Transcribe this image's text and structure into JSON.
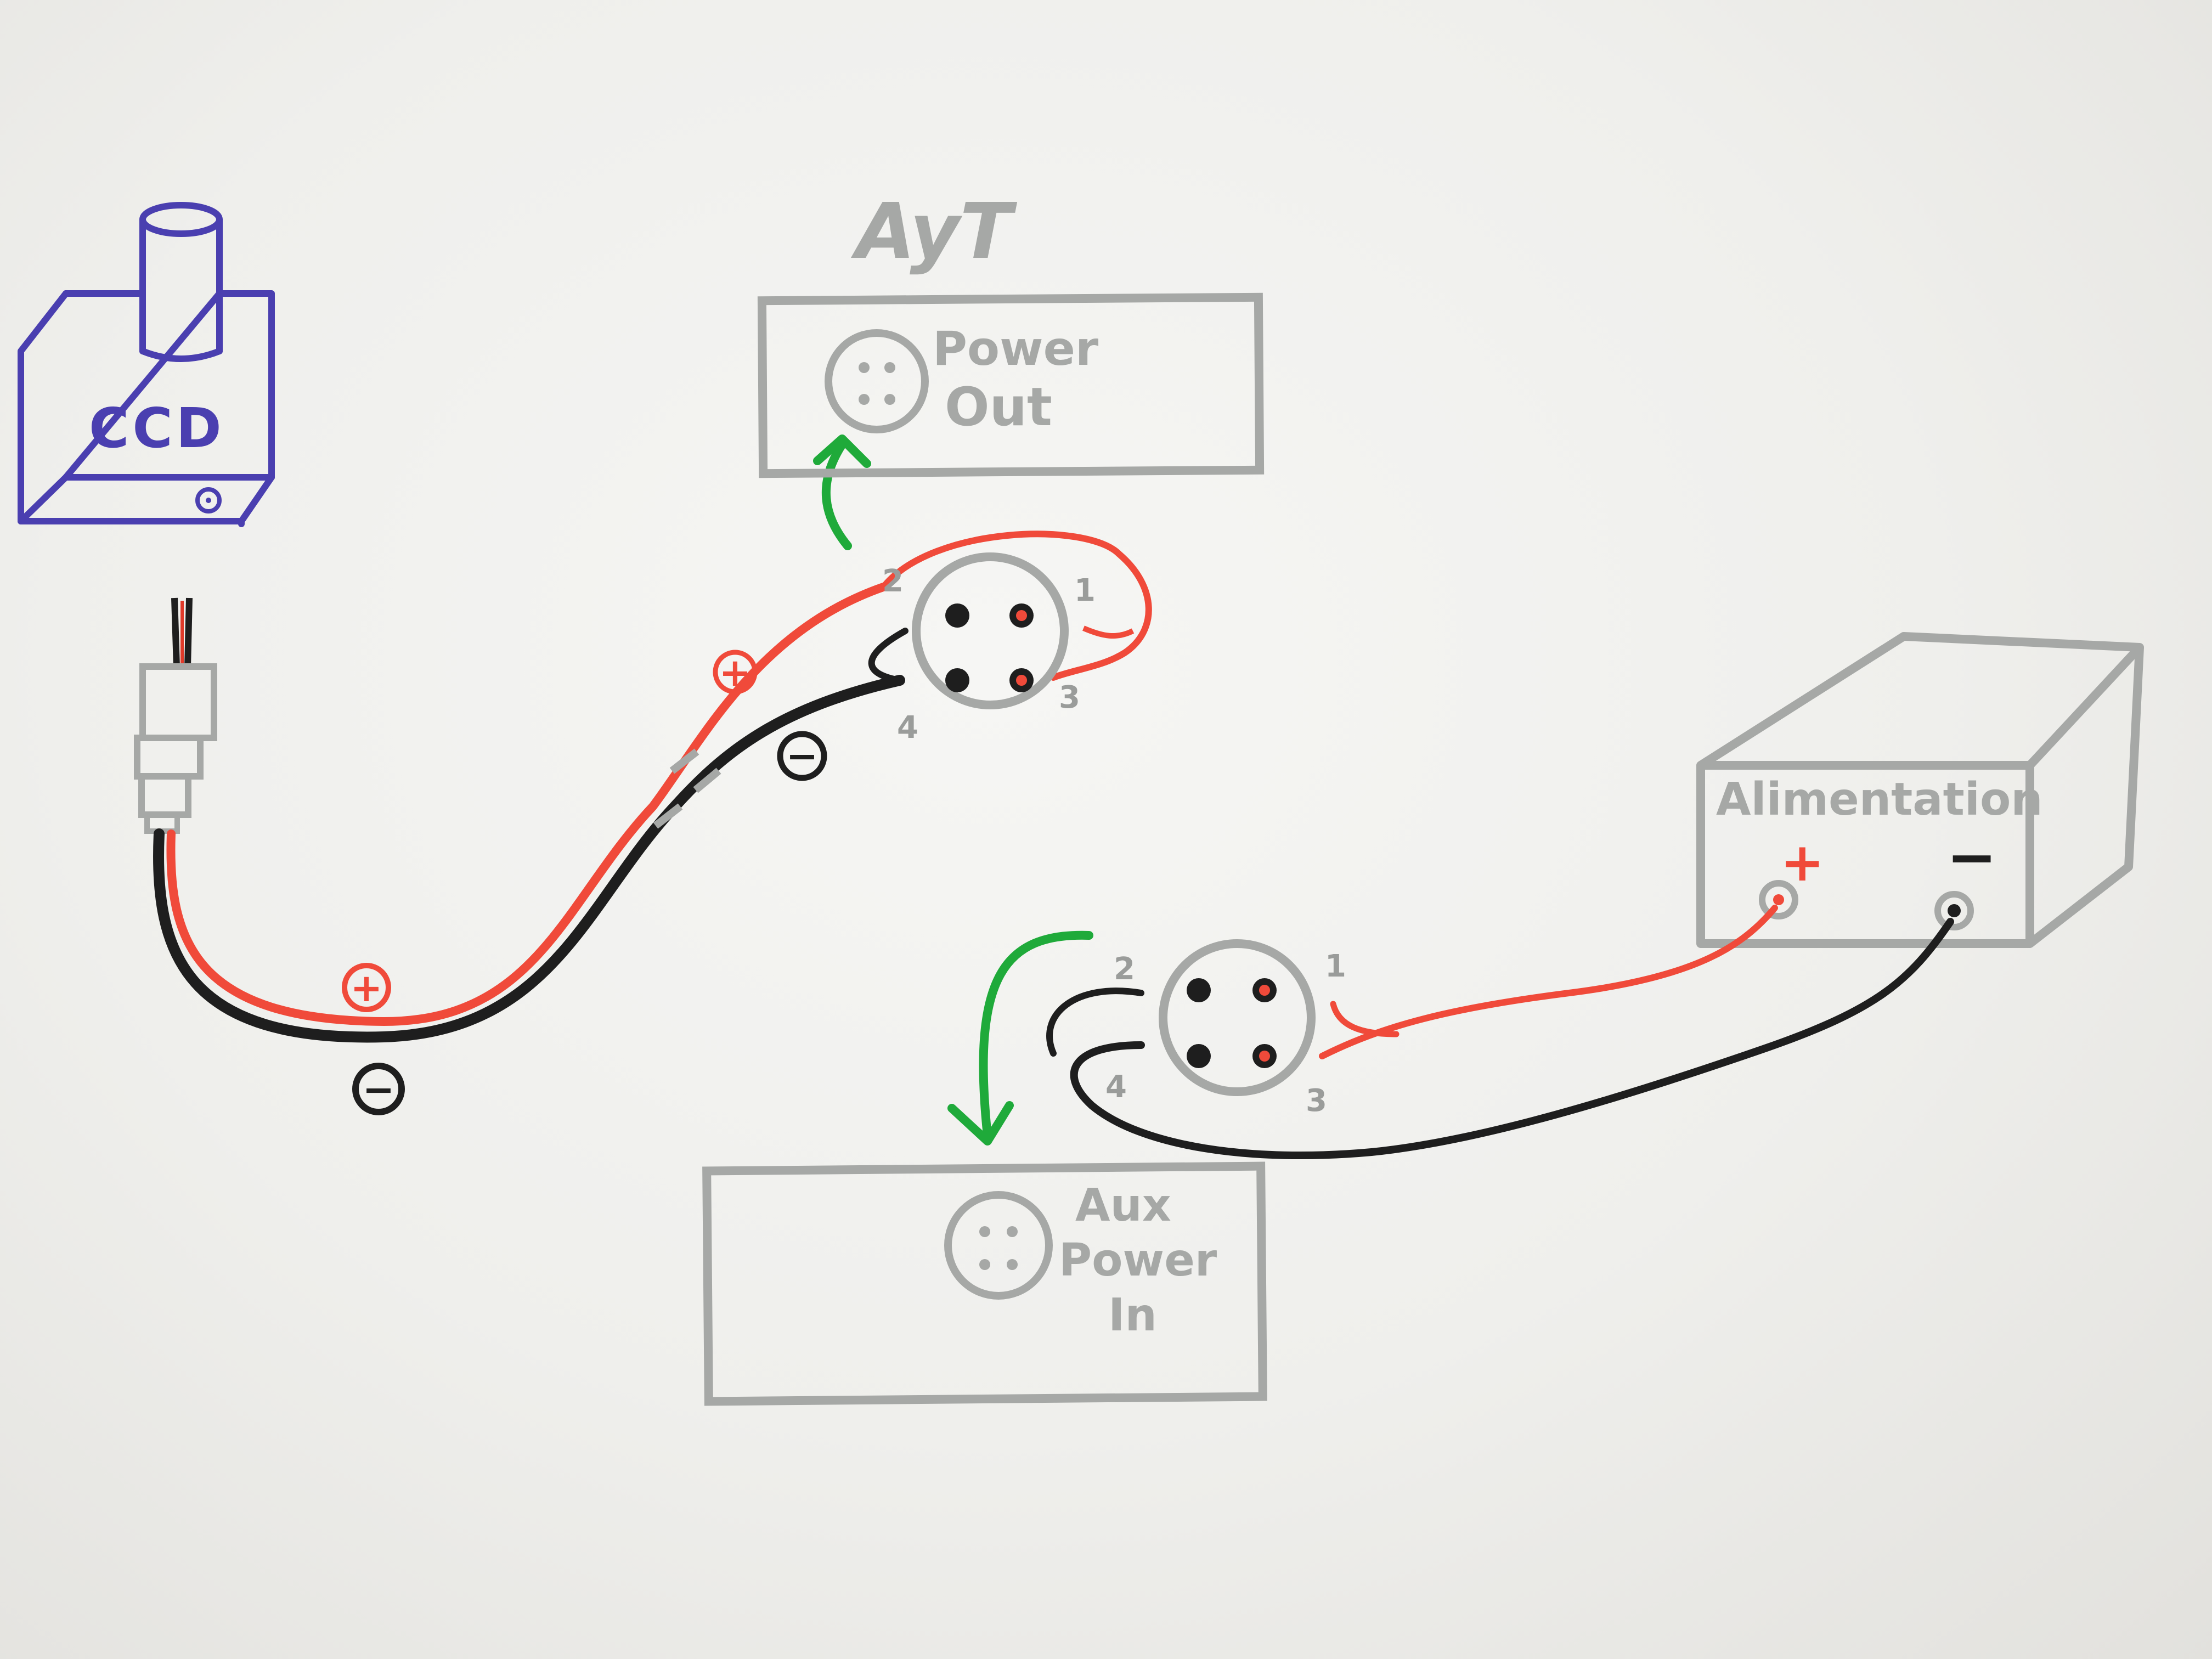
{
  "labels": {
    "ccd": "CCD",
    "top_device": "AyT",
    "power_out_line1": "Power",
    "power_out_line2": "Out",
    "aux_line1": "Aux",
    "aux_line2": "Power",
    "aux_line3": "In",
    "alimentation": "Alimentation",
    "plus": "+",
    "minus": "−"
  },
  "connector_top": {
    "pins": [
      "1",
      "2",
      "3",
      "4"
    ]
  },
  "connector_bottom": {
    "pins": [
      "1",
      "2",
      "3",
      "4"
    ]
  },
  "colors": {
    "paper": "#f2f2f0",
    "gray_ink": "#a6a8a6",
    "red_wire": "#f04a3a",
    "black_wire": "#1e1e1e",
    "green_arrow": "#1faa3a",
    "ccd_blue": "#4a3fb0"
  },
  "icons": [
    "ccd-camera-icon",
    "dc-plug-icon",
    "arrow-up-icon",
    "arrow-down-icon",
    "power-supply-icon"
  ]
}
